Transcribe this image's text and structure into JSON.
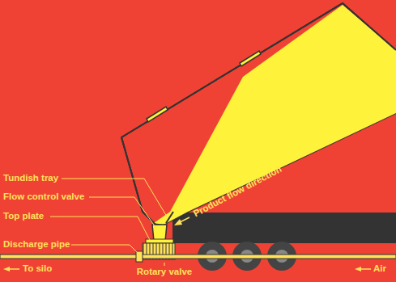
{
  "diagram": {
    "labels": [
      "Tundish tray",
      "Flow control valve",
      "Top plate",
      "Discharge pipe",
      "To silo",
      "Rotary valve",
      "Air",
      "Product flow direction"
    ]
  }
}
